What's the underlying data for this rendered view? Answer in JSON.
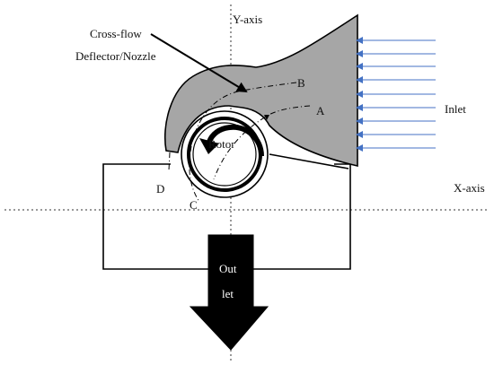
{
  "labels": {
    "y_axis": "Y-axis",
    "x_axis": "X-axis",
    "cross_flow_line1": "Cross-flow",
    "cross_flow_line2": "Deflector/Nozzle",
    "point_a": "A",
    "point_b": "B",
    "point_c": "C",
    "point_d": "D",
    "inlet": "Inlet",
    "rotor": "Rotor",
    "outlet_line1": "Out",
    "outlet_line2": "let"
  },
  "colors": {
    "nozzle_fill": "#a6a6a6",
    "inlet_arrows": "#4472c4",
    "outlet_arrow": "#000000",
    "stroke": "#000000"
  }
}
